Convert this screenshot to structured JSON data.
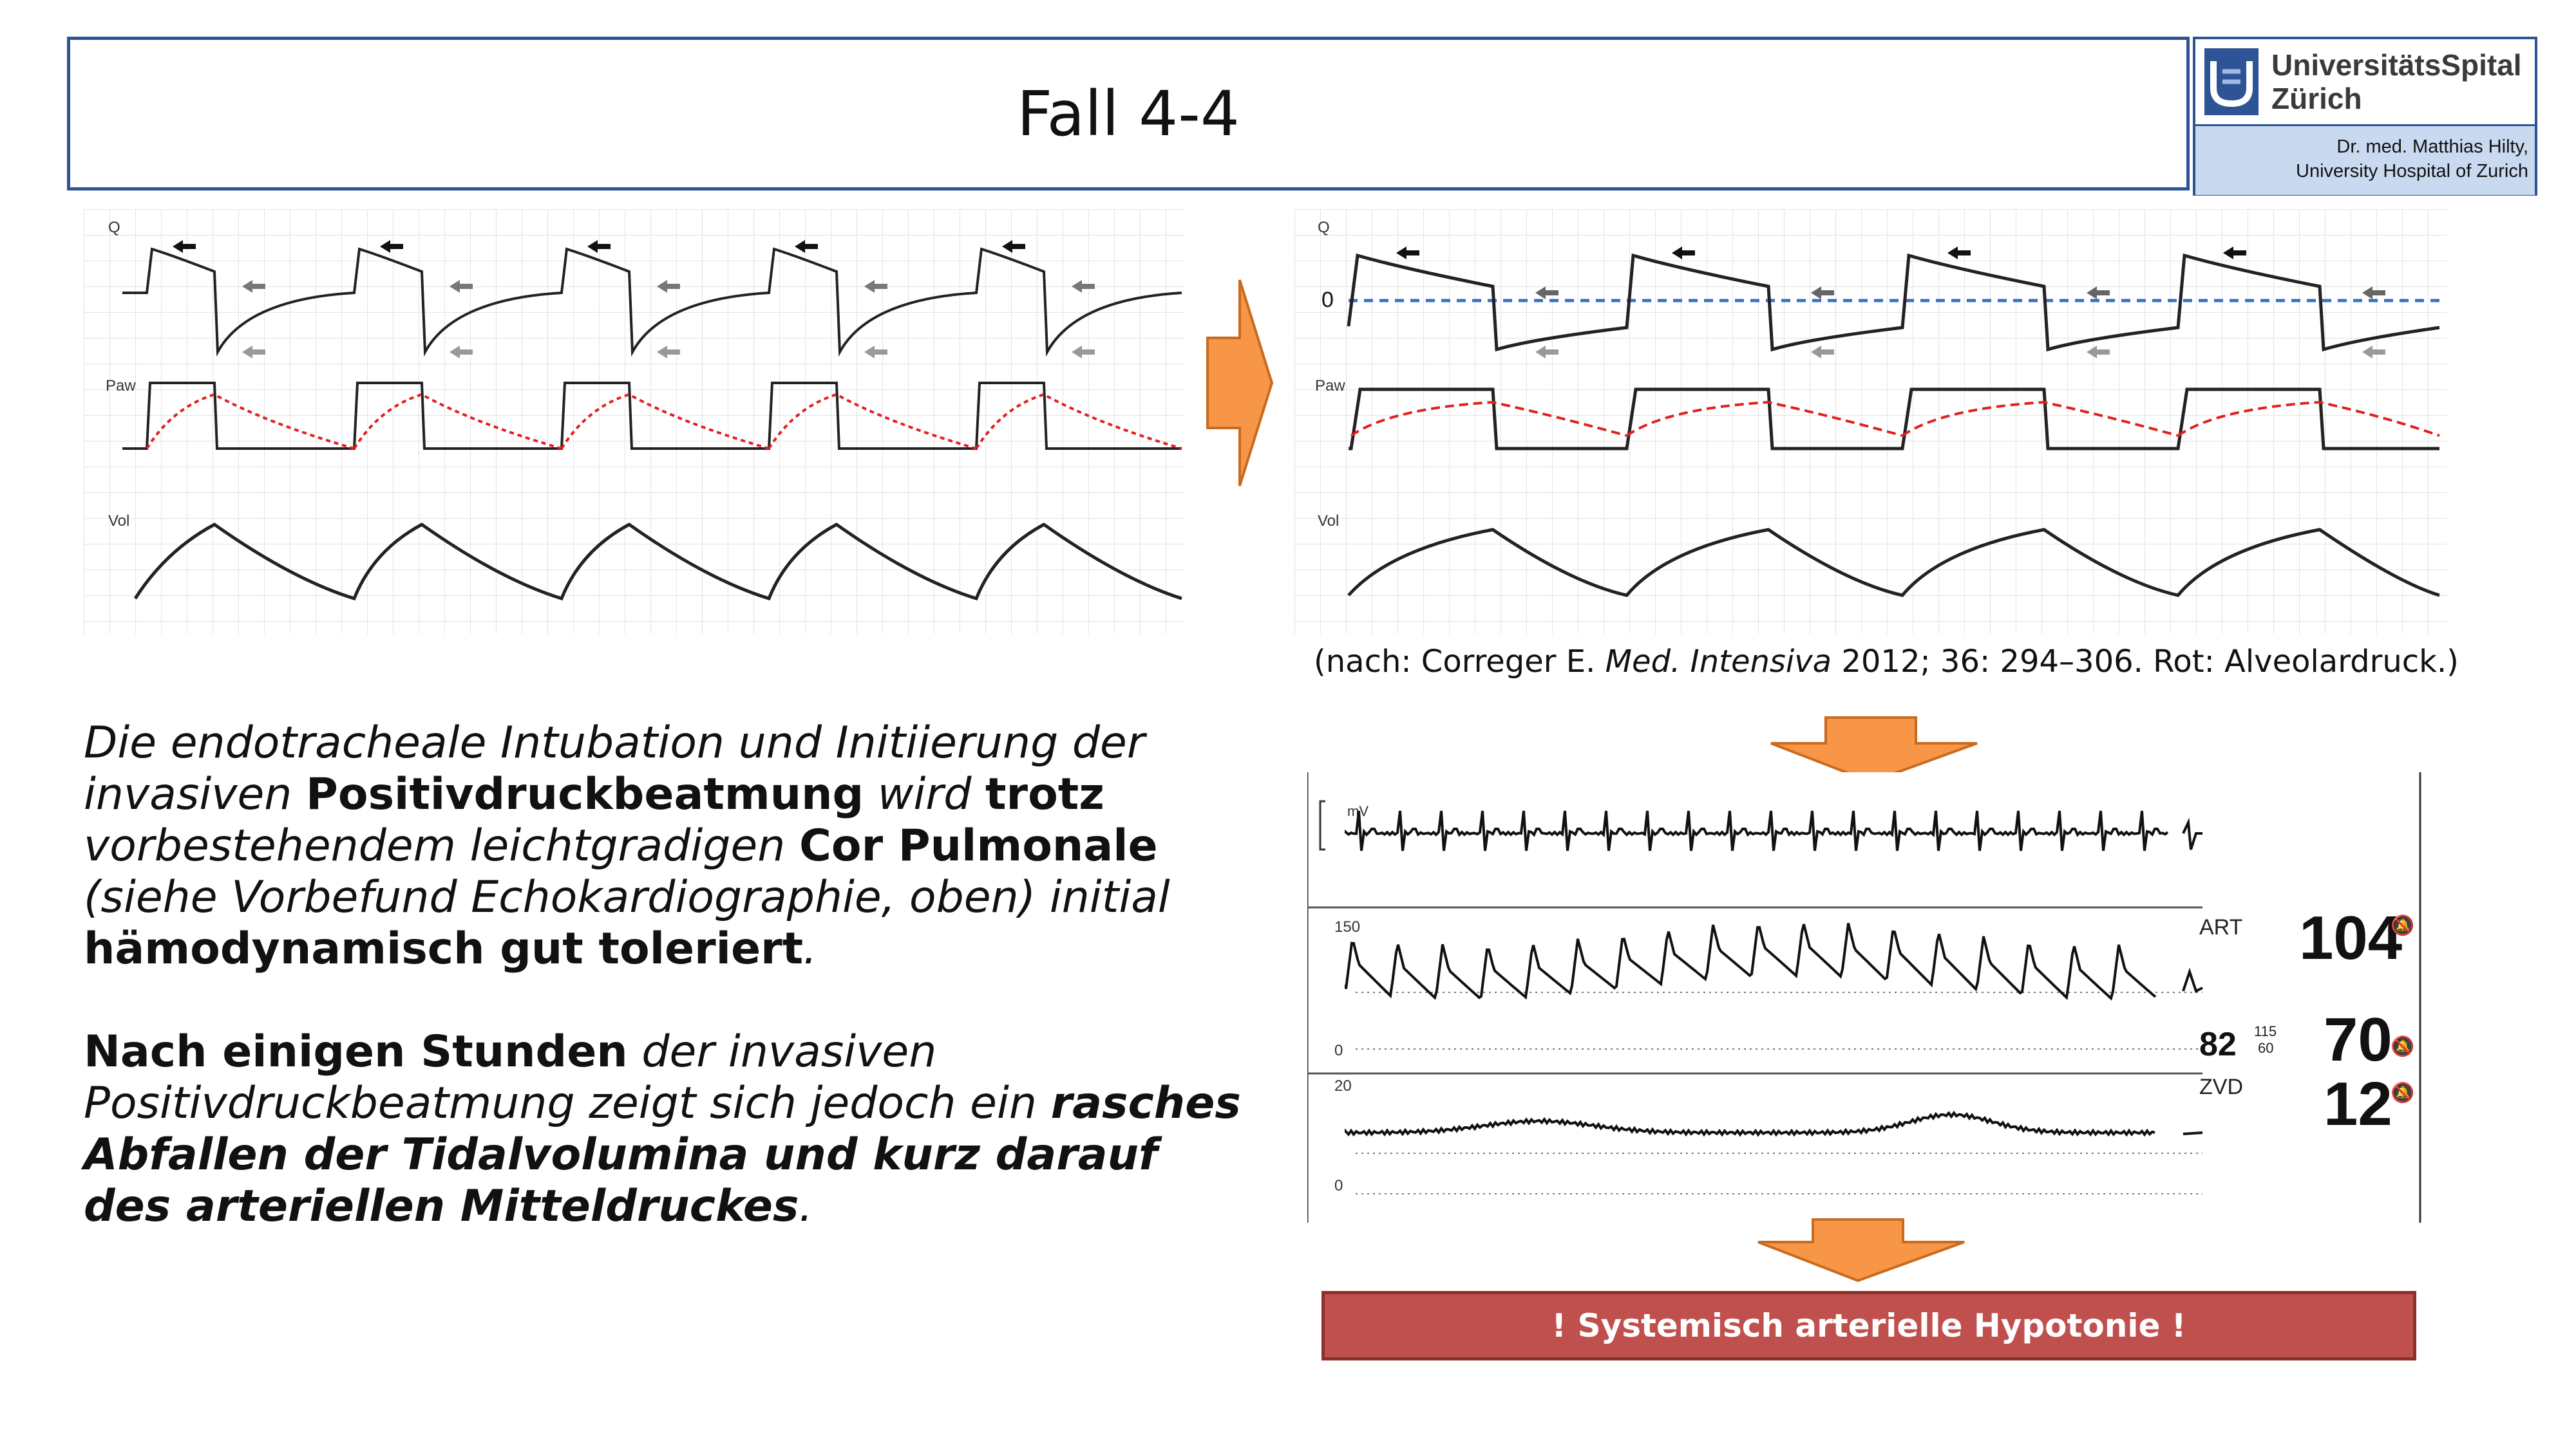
{
  "header": {
    "title": "Fall 4-4",
    "logo_name_line1": "UniversitätsSpital",
    "logo_name_line2": "Zürich",
    "logo_author_line1": "Dr. med. Matthias Hilty,",
    "logo_author_line2": "University Hospital of Zurich"
  },
  "ventilator": {
    "channel_q": "Q",
    "channel_paw": "Paw",
    "channel_vol": "Vol",
    "zero_label": "0"
  },
  "caption": {
    "prefix": "(nach: Correger E. ",
    "journal": "Med. Intensiva",
    "suffix": " 2012; 36: 294–306. Rot: Alveolardruck.)"
  },
  "monitor": {
    "ecg_unit": "mV",
    "art_label": "ART",
    "art_scale_top": "150",
    "art_scale_bottom": "0",
    "art_systolic_diastolic_top": "115",
    "art_systolic_diastolic_bottom": "60",
    "art_hr": "82",
    "art_value_top": "104",
    "art_value_mean": "70",
    "zvd_label": "ZVD",
    "zvd_scale_top": "20",
    "zvd_scale_bottom": "0",
    "zvd_value": "12"
  },
  "text": {
    "p1_a": "Die endotracheale Intubation und Initiierung der invasiven ",
    "p1_b": "Positivdruckbeatmung",
    "p1_c": " wird ",
    "p1_d": "trotz",
    "p1_e": " vorbestehendem leichtgradigen ",
    "p1_f": "Cor Pulmonale",
    "p1_g": " (siehe Vorbefund Echokardiographie, oben) initial ",
    "p1_h": "hämodynamisch gut toleriert",
    "p1_i": ".",
    "p2_a": "Nach einigen Stunden",
    "p2_b": " der invasiven Positivdruckbeatmung zeigt sich jedoch ein ",
    "p2_c": "rasches Abfallen der Tidalvolumina und kurz darauf des arteriellen Mitteldruckes",
    "p2_d": "."
  },
  "alert": {
    "label": "! Systemisch arterielle Hypotonie !"
  },
  "colors": {
    "accent_blue": "#2f5496",
    "arrow_orange": "#f79646",
    "alert_red": "#c0504d",
    "trace_red": "#e02020"
  }
}
